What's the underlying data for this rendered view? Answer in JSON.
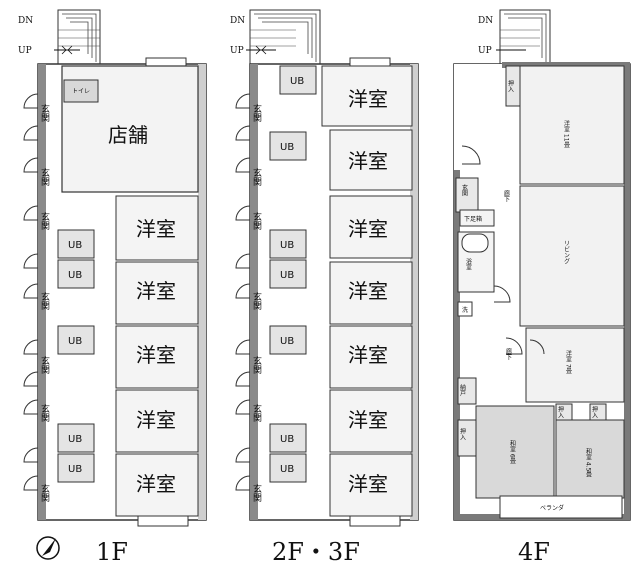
{
  "floors": {
    "f1": {
      "label": "1F",
      "store_label": "店舗",
      "toilet_label": "トイレ",
      "room_label": "洋室",
      "ub_label": "UB",
      "genkan_label": "玄関",
      "dn_label": "DN",
      "up_label": "UP"
    },
    "f23": {
      "label": "2F・3F",
      "room_label": "洋室",
      "ub_label": "UB",
      "genkan_label": "玄関",
      "dn_label": "DN",
      "up_label": "UP"
    },
    "f4": {
      "label": "4F",
      "dn_label": "DN",
      "up_label": "UP",
      "oshiire": "押入",
      "youshitsu11": "洋室 11畳",
      "living": "リビング",
      "genkan": "玄関",
      "rouka1": "廊下",
      "tebako": "下足箱",
      "yokushitsu": "浴室",
      "sentaku": "洗",
      "rouka2": "廊下",
      "youshitsu7": "洋室 7畳",
      "nando": "納戸",
      "washitsu6": "和室 6畳",
      "washitsu45": "和室 4.5畳",
      "veranda": "ベランダ"
    }
  },
  "compass_icon": "compass-icon"
}
